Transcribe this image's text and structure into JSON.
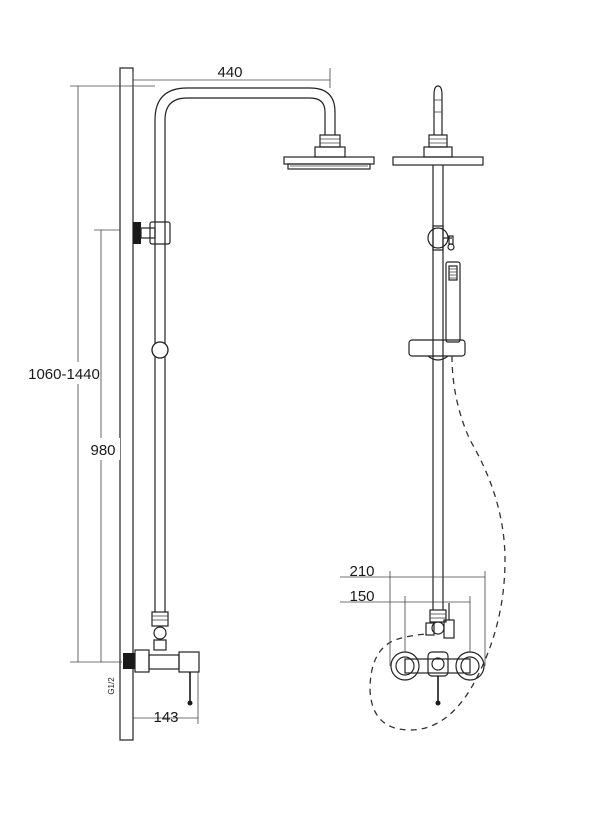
{
  "dimensions": {
    "arm_width": "440",
    "total_height": "1060-1440",
    "rail_height": "980",
    "mixer_depth": "143",
    "thread": "G1/2",
    "outer_spacing": "210",
    "inner_spacing": "150"
  },
  "colors": {
    "line": "#1a1a1a",
    "background": "#ffffff"
  }
}
